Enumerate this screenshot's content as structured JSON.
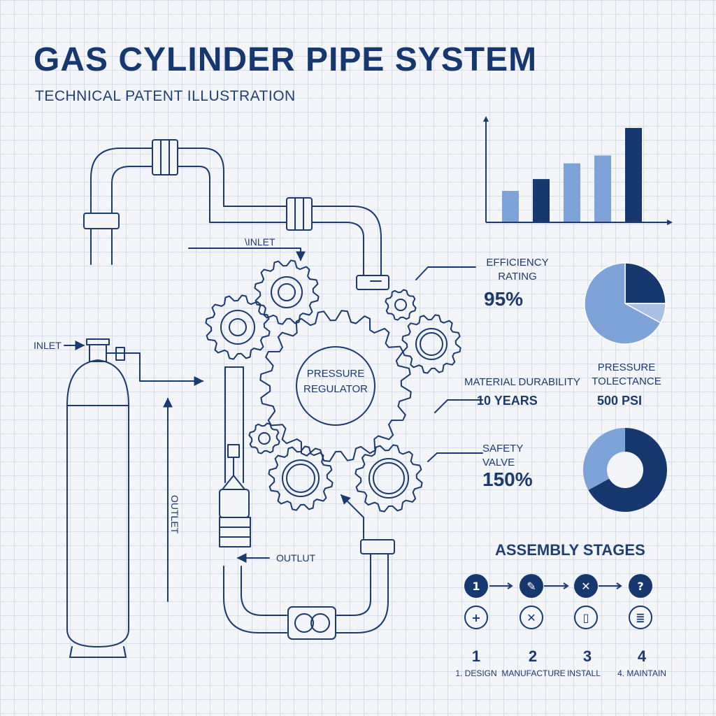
{
  "header": {
    "title": "GAS CYLINDER PIPE SYSTEM",
    "subtitle": "TECHNICAL PATENT ILLUSTRATION"
  },
  "labels": {
    "inlet_top": "\\INLET",
    "inlet_side": "INLET",
    "outlet_vertical": "OUTLET",
    "outlet_bottom": "OUTLUT",
    "regulator_line1": "PRESSURE",
    "regulator_line2": "REGULATOR"
  },
  "stats": {
    "efficiency": {
      "label_line1": "EFFICIENCY",
      "label_line2": "RATING",
      "value": "95%"
    },
    "durability": {
      "label": "MATERIAL DURABILITY",
      "value": "10 YEARS"
    },
    "pressure": {
      "label_line1": "PRESSURE",
      "label_line2": "TOLECTANCE",
      "value": "500 PSI"
    },
    "safety": {
      "label_line1": "SAFETY",
      "label_line2": "VALVE",
      "value": "150%"
    }
  },
  "chart_data": [
    {
      "type": "bar",
      "categories": [
        "",
        "",
        "",
        "",
        ""
      ],
      "values": [
        24,
        33,
        45,
        51,
        72
      ],
      "colors": [
        "#7ea3d8",
        "#17386e",
        "#7ea3d8",
        "#7ea3d8",
        "#17386e"
      ],
      "ylim": [
        0,
        80
      ],
      "title": "",
      "xlabel": "",
      "ylabel": ""
    },
    {
      "type": "pie",
      "values": [
        25,
        8,
        67
      ],
      "colors": [
        "#17386e",
        "#a9c1e6",
        "#7ea3d8"
      ]
    },
    {
      "type": "pie",
      "donut": true,
      "values": [
        67,
        33
      ],
      "colors": [
        "#17386e",
        "#7ea3d8"
      ]
    }
  ],
  "assembly": {
    "title": "ASSEMBLY STAGES",
    "top_icons": [
      {
        "icon": "number-one-icon",
        "glyph": "1"
      },
      {
        "icon": "blueprint-icon",
        "glyph": "✎"
      },
      {
        "icon": "tools-cross-icon",
        "glyph": "✕"
      },
      {
        "icon": "question-icon",
        "glyph": "?"
      }
    ],
    "bottom_icons": [
      {
        "icon": "crosshair-icon",
        "glyph": "+"
      },
      {
        "icon": "wrench-screwdriver-icon",
        "glyph": "✕"
      },
      {
        "icon": "device-icon",
        "glyph": "▯"
      },
      {
        "icon": "checklist-icon",
        "glyph": "≣"
      }
    ],
    "stages": [
      {
        "number": "1",
        "label": "1. DESIGN"
      },
      {
        "number": "2",
        "label": "MANUFACTURE"
      },
      {
        "number": "3",
        "label": "INSTALL"
      },
      {
        "number": "4",
        "label": "4. MAINTAIN"
      }
    ]
  },
  "colors": {
    "ink": "#1c3a6b",
    "dark_blue": "#17386e",
    "mid_blue": "#7ea3d8",
    "light_blue": "#a9c1e6",
    "grid": "#d7deea",
    "background": "#f3f5f8"
  }
}
